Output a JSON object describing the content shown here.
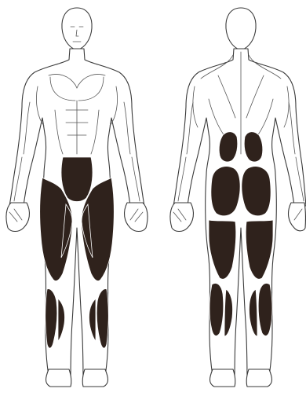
{
  "figures": [
    {
      "view": "front",
      "highlighted_muscles": [
        "rectus-abdominis",
        "quadriceps",
        "tibialis-anterior"
      ]
    },
    {
      "view": "back",
      "highlighted_muscles": [
        "gluteus-maximus",
        "gluteus-medius",
        "hamstrings",
        "calves"
      ]
    }
  ],
  "colors": {
    "highlight": "#2f221c",
    "outline": "#3a3a3a",
    "background": "#ffffff"
  }
}
